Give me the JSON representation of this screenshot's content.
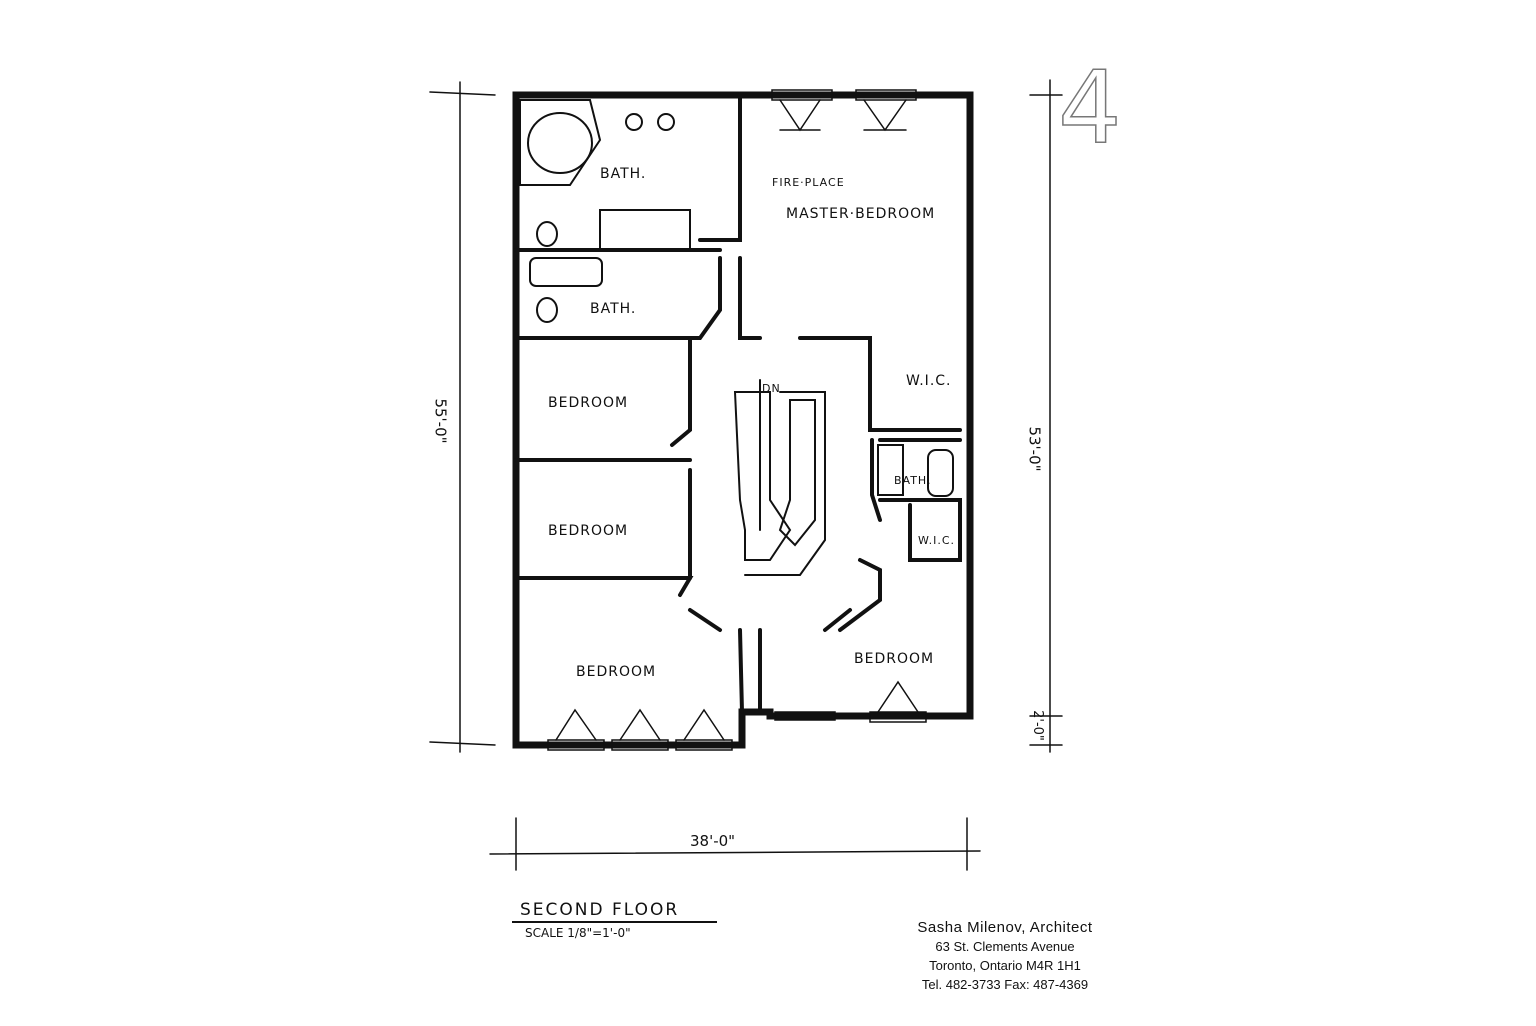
{
  "sheet_number": "4",
  "drawing_title": "SECOND FLOOR",
  "scale": "SCALE 1/8\"=1'-0\"",
  "dimensions": {
    "left_height": "55'-0\"",
    "right_height": "53'-0\"",
    "right_offset": "2'-0\"",
    "bottom_width": "38'-0\""
  },
  "rooms": {
    "bath_master": "BATH.",
    "fireplace": "FIRE·PLACE",
    "master_bedroom": "MASTER·BEDROOM",
    "bath_hall": "BATH.",
    "wic_master": "W.I.C.",
    "bedroom_1": "BEDROOM",
    "bedroom_2": "BEDROOM",
    "bath_small": "BATH.",
    "wic_small": "W.I.C.",
    "stair_dn": "DN",
    "bedroom_3": "BEDROOM",
    "bedroom_4": "BEDROOM"
  },
  "architect": {
    "name": "Sasha Milenov, Architect",
    "address": "63 St. Clements Avenue",
    "city": "Toronto, Ontario  M4R 1H1",
    "phone": "Tel. 482-3733   Fax: 487-4369"
  }
}
